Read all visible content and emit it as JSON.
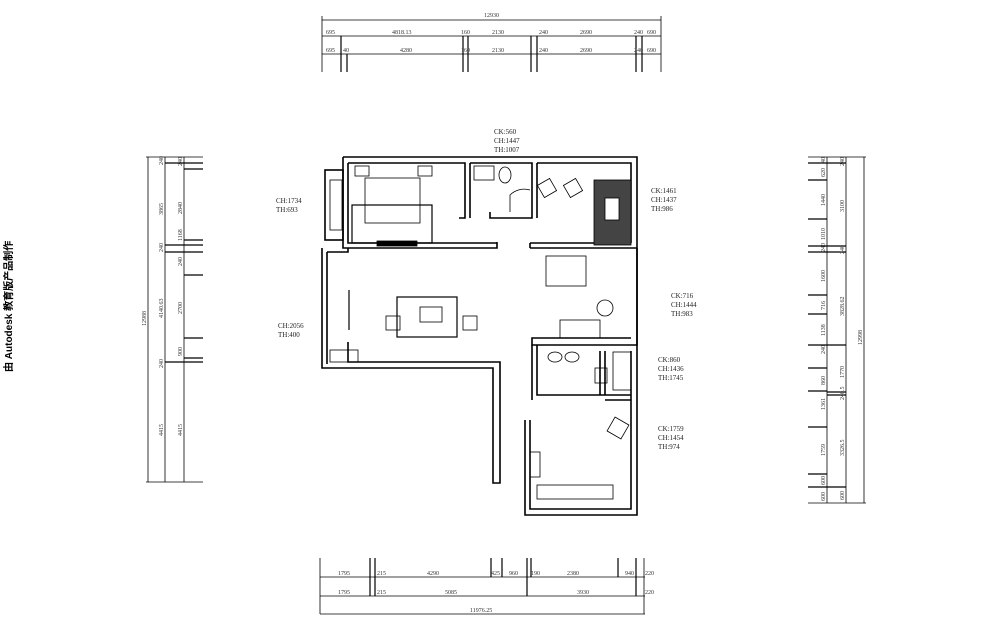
{
  "watermark": "由 Autodesk 教育版产品制作",
  "dimensions": {
    "top_total": "12930",
    "top_row1": [
      "695",
      "4818.13",
      "160",
      "2130",
      "240",
      "2690",
      "240",
      "690"
    ],
    "top_row2": [
      "695",
      "40",
      "4280",
      "160",
      "2130",
      "240",
      "2690",
      "240",
      "690"
    ],
    "bottom_row1": [
      "1795",
      "215",
      "4290",
      "425",
      "960",
      "190",
      "2380",
      "940",
      "220"
    ],
    "bottom_row2": [
      "1795",
      "215",
      "5085",
      "3930",
      "220"
    ],
    "bottom_total": "11976.25",
    "left_total": "12988",
    "left_row1": [
      "240",
      "3865",
      "240",
      "4140.63",
      "240",
      "4415"
    ],
    "left_row2": [
      "240",
      "2840",
      "1168",
      "240",
      "2700",
      "900",
      "4415"
    ],
    "right_total": "12998",
    "right_row1": [
      "240",
      "3100",
      "240",
      "3828.62",
      "1770",
      "240.5",
      "3326.5",
      "600"
    ],
    "right_row2": [
      "40",
      "620",
      "1440",
      "1010",
      "240",
      "1600",
      "716",
      "1138",
      "240",
      "860",
      "1361",
      "1759",
      "600",
      "600"
    ]
  },
  "window_labels": [
    {
      "ck": "CK:560",
      "ch": "CH:1447",
      "th": "TH:1007"
    },
    {
      "ch": "CH:1734",
      "th": "TH:693"
    },
    {
      "ck": "CK:1461",
      "ch": "CH:1437",
      "th": "TH:986"
    },
    {
      "ck": "CK:716",
      "ch": "CH:1444",
      "th": "TH:983"
    },
    {
      "ch": "CH:2056",
      "th": "TH:400"
    },
    {
      "ck": "CK:860",
      "ch": "CH:1436",
      "th": "TH:1745"
    },
    {
      "ck": "CK:1759",
      "ch": "CH:1454",
      "th": "TH:974"
    }
  ]
}
